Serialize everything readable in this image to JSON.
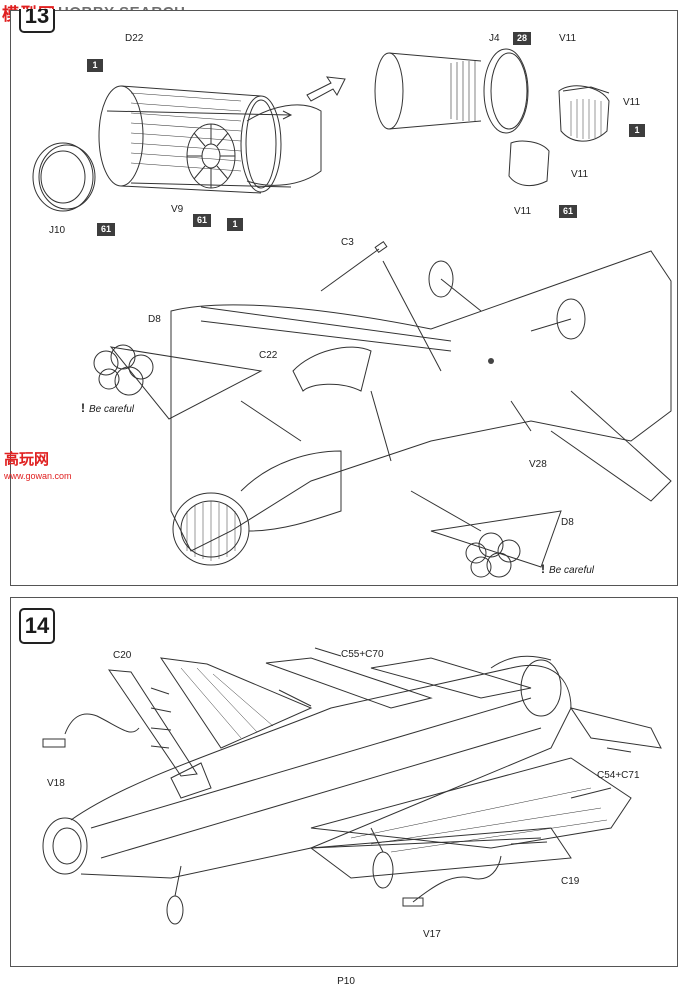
{
  "watermark": {
    "cn": "模型网",
    "en": "HOBBY SEARCH",
    "side_cn": "高玩网",
    "side_url": "www.gowan.com"
  },
  "step13": {
    "number": "13",
    "labels": {
      "d22": "D22",
      "j10": "J10",
      "v9": "V9",
      "j4": "J4",
      "v11_a": "V11",
      "v11_b": "V11",
      "v11_c": "V11",
      "v11_d": "V11",
      "c3": "C3",
      "d8_a": "D8",
      "d8_b": "D8",
      "c22": "C22",
      "v28": "V28"
    },
    "badges": {
      "b1_top": "1",
      "b61_j10": "61",
      "b61_v9": "61",
      "b1_bottom": "1",
      "b28": "28",
      "b1_right": "1",
      "b61_right": "61"
    },
    "caution": "Be careful"
  },
  "step14": {
    "number": "14",
    "labels": {
      "c20": "C20",
      "c55": "C55+C70",
      "v18": "V18",
      "c54": "C54+C71",
      "c19": "C19",
      "v17": "V17"
    }
  },
  "page": "P10"
}
